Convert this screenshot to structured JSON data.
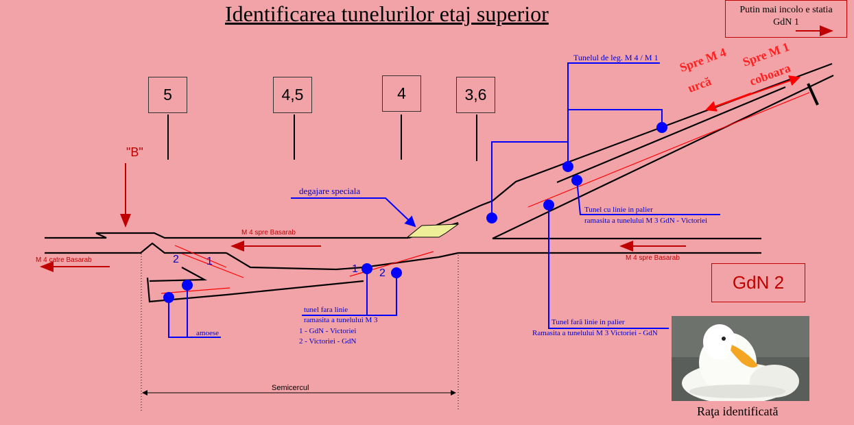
{
  "title": "Identificarea tunelurilor etaj superior",
  "legend_note": {
    "line1": "Putin  mai  incolo e statia",
    "line2": "GdN  1"
  },
  "km_markers": [
    "5",
    "4,5",
    "4",
    "3,6"
  ],
  "station_label": "GdN 2",
  "marker_b": "\"B\"",
  "labels": {
    "tunnel_link": "Tunelul de leg. M 4 / M 1",
    "spre_m4": "Spre  M 4",
    "urca": "urcă",
    "spre_m1": "Spre  M 1",
    "coboara": "coboara",
    "degajare": "degajare  speciala",
    "m4_spre_basarab_left": "M 4  spre  Basarab",
    "m4_catre_basarab": "M 4  catre Basarab",
    "m4_spre_basarab_right": "M 4 spre Basarab",
    "tunel_palier_line1": "Tunel  cu  linie    in palier",
    "tunel_palier_line2": "ramasita a tunelului M 3 GdN - Victoriei",
    "tunel_fara_line1": "tunel  fara linie",
    "tunel_fara_line2": "ramasita a tunelului M 3",
    "dir_1": "1 - GdN - Victoriei",
    "dir_2": "2 - Victoriei - GdN",
    "tunel_fara_palier_line1": "Tunel  fară  linie   in palier",
    "tunel_fara_palier_line2": "Ramasita a tunelului M 3  Victoriei - GdN",
    "amoese": "amoese",
    "semicercul": "Semicercul",
    "num_2_left": "2",
    "num_1_left": "1",
    "num_1_mid": "1",
    "num_2_mid": "2",
    "duck_caption": "Raţa   identificată"
  },
  "colors": {
    "background": "#f2a3a8",
    "tunnel_blue": "#0000ff",
    "track_red": "#ff0000",
    "arrow_darkred": "#c00000",
    "degajare_fill": "#eeee99"
  },
  "duck_image": "white-duck-photo"
}
